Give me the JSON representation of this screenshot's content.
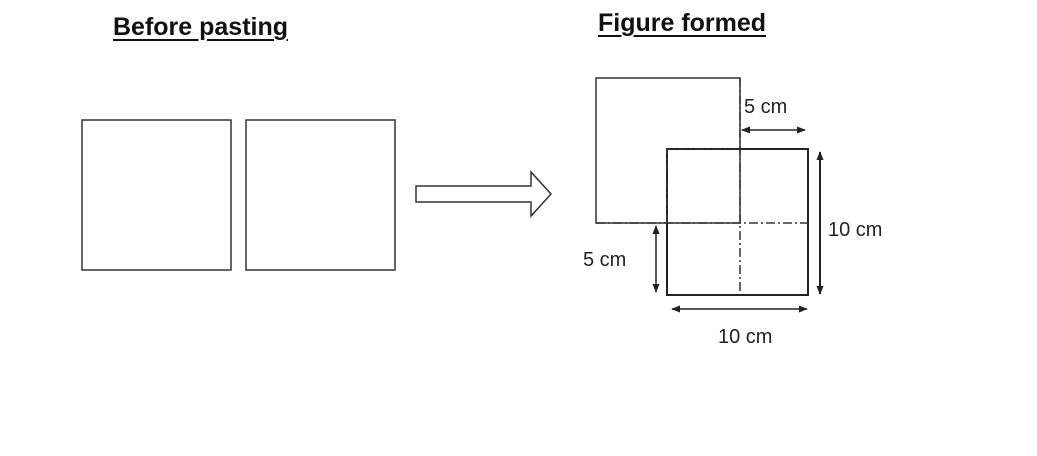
{
  "headings": {
    "before": "Before pasting",
    "formed": "Figure formed"
  },
  "labels": {
    "top_overlap": "5 cm",
    "right_side": "10 cm",
    "left_overlap": "5 cm",
    "bottom_side": "10 cm"
  },
  "colors": {
    "ink": "#222222",
    "background": "#ffffff"
  }
}
